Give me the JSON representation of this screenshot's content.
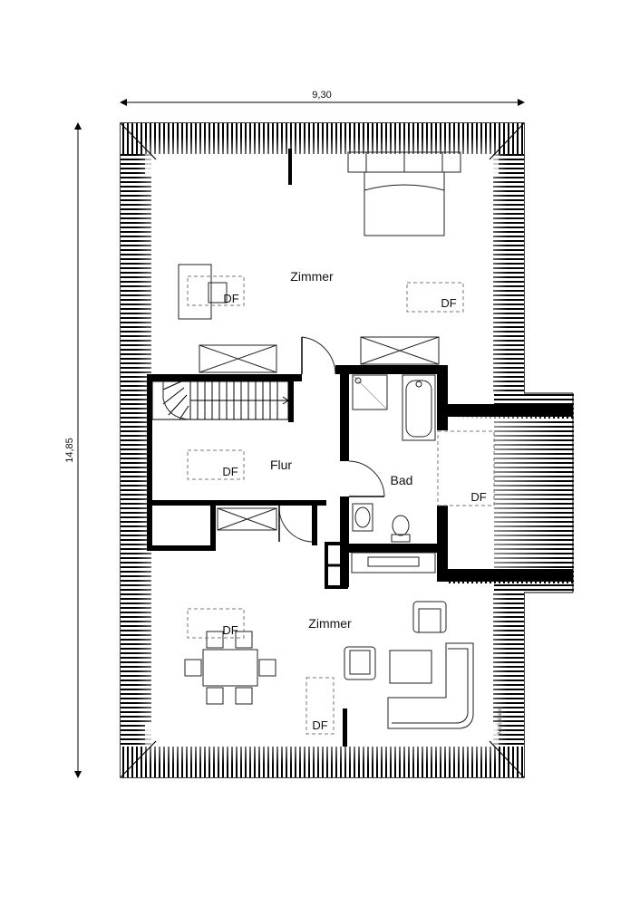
{
  "dimensions": {
    "width_label": "9,30",
    "height_label": "14,85"
  },
  "rooms": {
    "upper_room": "Zimmer",
    "hall": "Flur",
    "bath": "Bad",
    "lower_room": "Zimmer"
  },
  "skylights": {
    "label": "DF",
    "items": [
      "DF",
      "DF",
      "DF",
      "DF",
      "DF",
      "DF"
    ]
  },
  "credit": "McGuiness",
  "colors": {
    "walls": "#000000",
    "lines": "#222222",
    "background": "#ffffff"
  }
}
